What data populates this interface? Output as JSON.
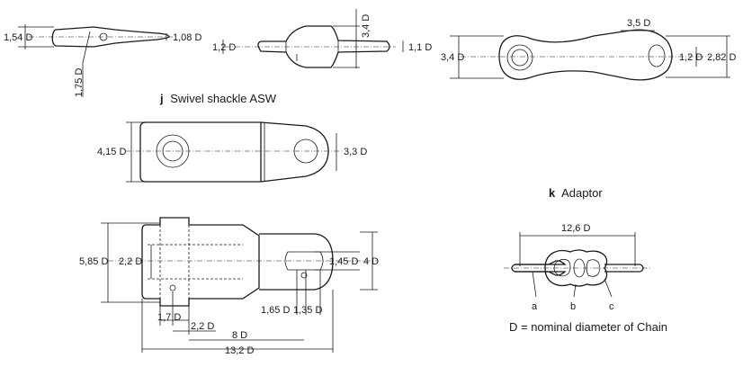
{
  "dimensions": {
    "top_left_height": "1,54 D",
    "top_left_end": "1,08 D",
    "top_left_length": "1,75 D",
    "top_mid_left": "1,2 D",
    "top_mid_height": "3,4 D",
    "top_mid_right": "1,1 D",
    "top_right_height": "3,4 D",
    "top_right_top": "3,5 D",
    "top_right_eye": "1,2 D",
    "top_right_width": "2,82 D",
    "swivel_height": "4,15 D",
    "swivel_eye": "3,3 D",
    "shackle_height": "5,85 D",
    "shackle_inner": "2,2 D",
    "shackle_pin": "1,45 D",
    "shackle_right": "4 D",
    "bottom_1": "1,7 D",
    "bottom_2": "2,2 D",
    "bottom_3": "1,65 D",
    "bottom_4": "1,35 D",
    "bottom_5": "8 D",
    "bottom_6": "13,2 D",
    "adaptor_length": "12,6 D",
    "adaptor_a": "a",
    "adaptor_b": "b",
    "adaptor_c": "c"
  },
  "captions": {
    "swivel_letter": "j",
    "swivel_title": "Swivel shackle ASW",
    "adaptor_letter": "k",
    "adaptor_title": "Adaptor",
    "footnote": "D = nominal diameter of Chain"
  }
}
